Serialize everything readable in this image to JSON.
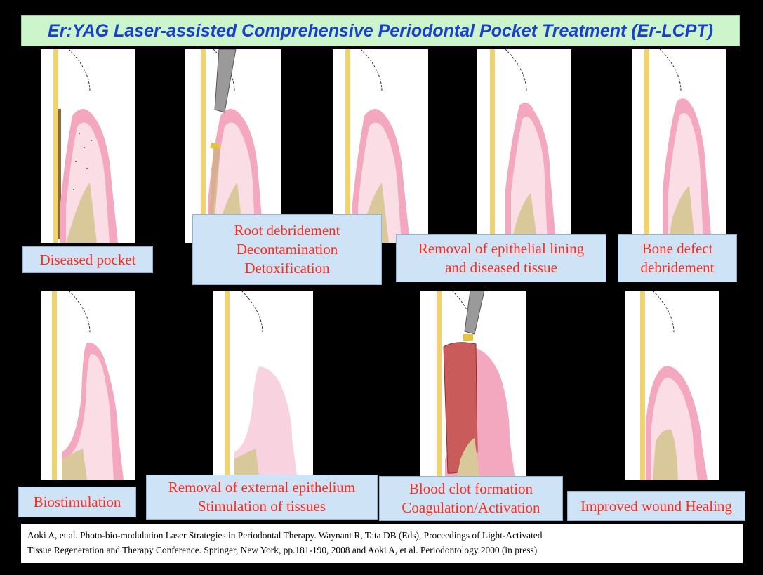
{
  "title": "Er:YAG Laser-assisted Comprehensive Periodontal Pocket Treatment (Er-LCPT)",
  "steps": [
    {
      "lines": [
        "Diseased pocket"
      ]
    },
    {
      "lines": [
        "Root debridement",
        "Decontamination",
        "Detoxification"
      ]
    },
    {
      "lines": [
        "Removal of epithelial lining",
        "and diseased tissue"
      ]
    },
    {
      "lines": [
        "Bone defect",
        "debridement"
      ]
    },
    {
      "lines": [
        "Biostimulation"
      ]
    },
    {
      "lines": [
        "Removal of external epithelium",
        "Stimulation of tissues"
      ]
    },
    {
      "lines": [
        "Blood clot formation",
        "Coagulation/Activation"
      ]
    },
    {
      "lines": [
        "Improved wound Healing"
      ]
    }
  ],
  "reference": {
    "line1": "Aoki A, et al. Photo-bio-modulation Laser Strategies in Periodontal Therapy. Waynant R, Tata DB (Eds), Proceedings of Light-Activated",
    "line2": "Tissue Regeneration and Therapy Conference. Springer, New York, pp.181-190, 2008 and Aoki A, et al. Periodontology 2000 (in press)"
  },
  "colors": {
    "background": "#000000",
    "title_bg": "#ccf5cc",
    "title_text": "#1a3fcf",
    "label_bg": "#cfe3f6",
    "label_text": "#ff2a1a",
    "gingiva": "#f4a8c0",
    "gingiva_inner": "#fbdde6",
    "bone": "#d9c89a",
    "clot": "#c95b5b",
    "root": "#f1d36b"
  },
  "icons": [
    "laser-tip-icon"
  ]
}
